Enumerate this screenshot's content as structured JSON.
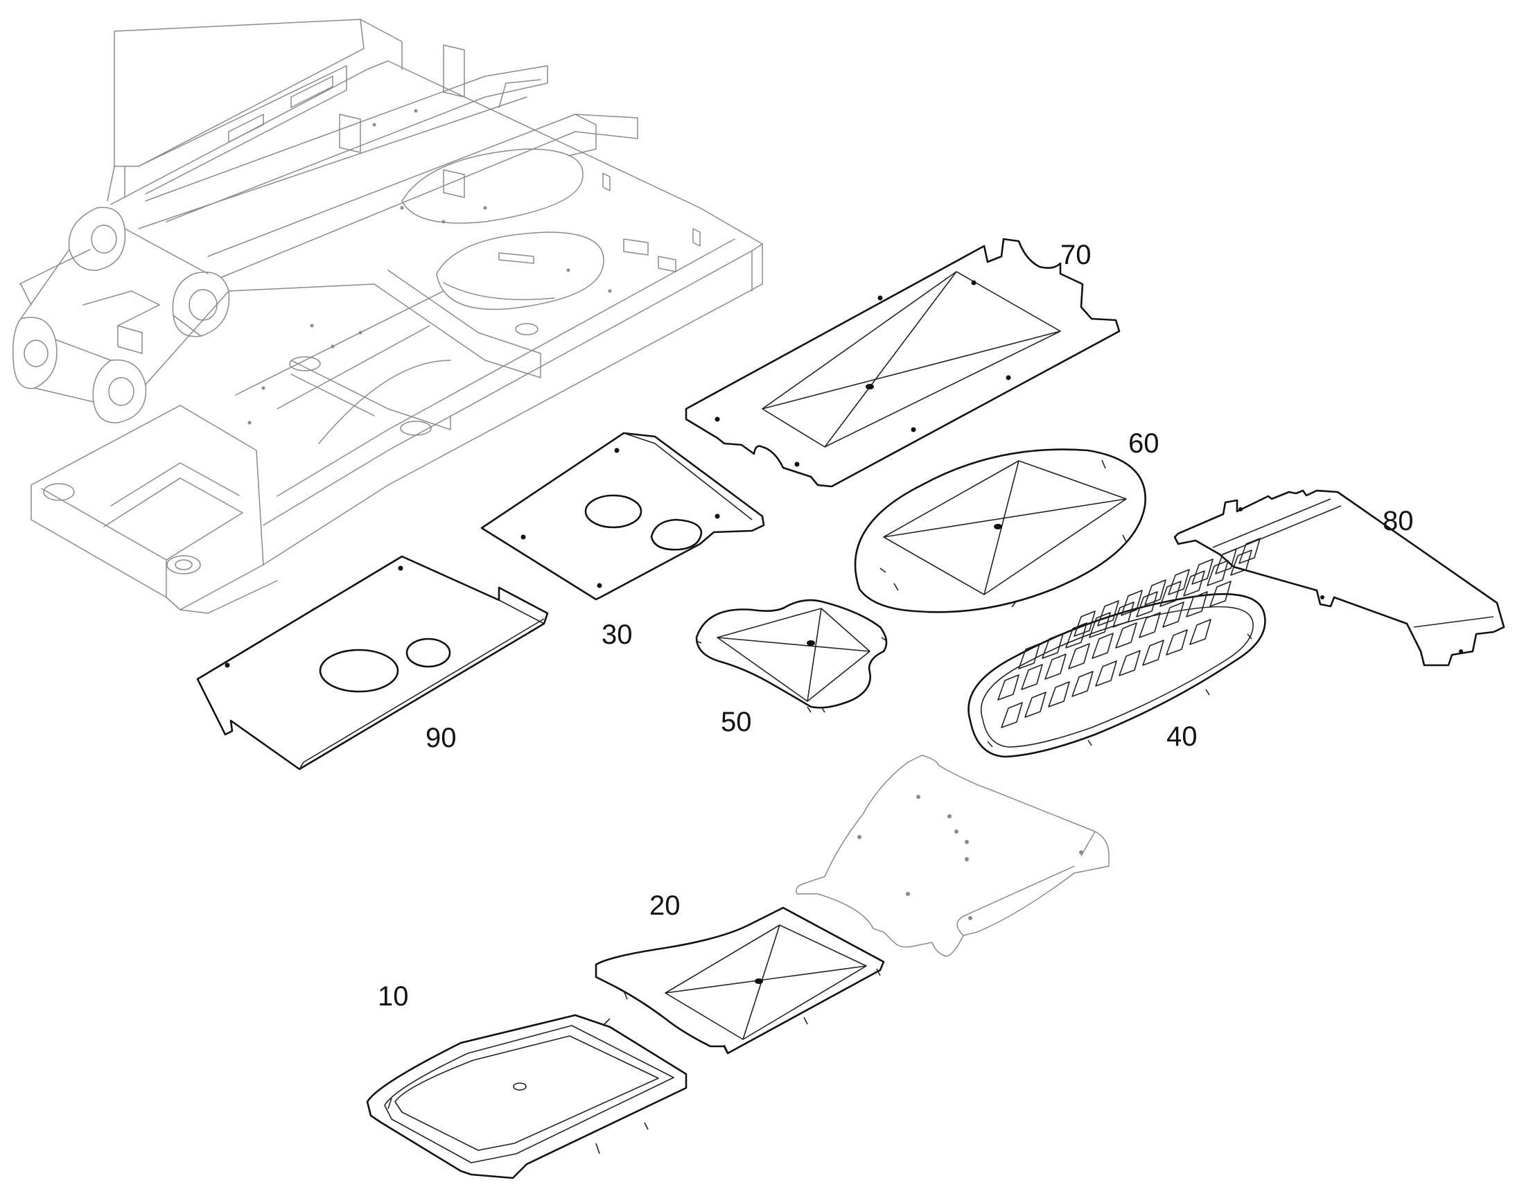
{
  "diagram": {
    "parts": [
      {
        "id": "p10",
        "number": "10"
      },
      {
        "id": "p20",
        "number": "20"
      },
      {
        "id": "p30",
        "number": "30"
      },
      {
        "id": "p40",
        "number": "40"
      },
      {
        "id": "p50",
        "number": "50"
      },
      {
        "id": "p60",
        "number": "60"
      },
      {
        "id": "p70",
        "number": "70"
      },
      {
        "id": "p80",
        "number": "80"
      },
      {
        "id": "p90",
        "number": "90"
      }
    ]
  }
}
